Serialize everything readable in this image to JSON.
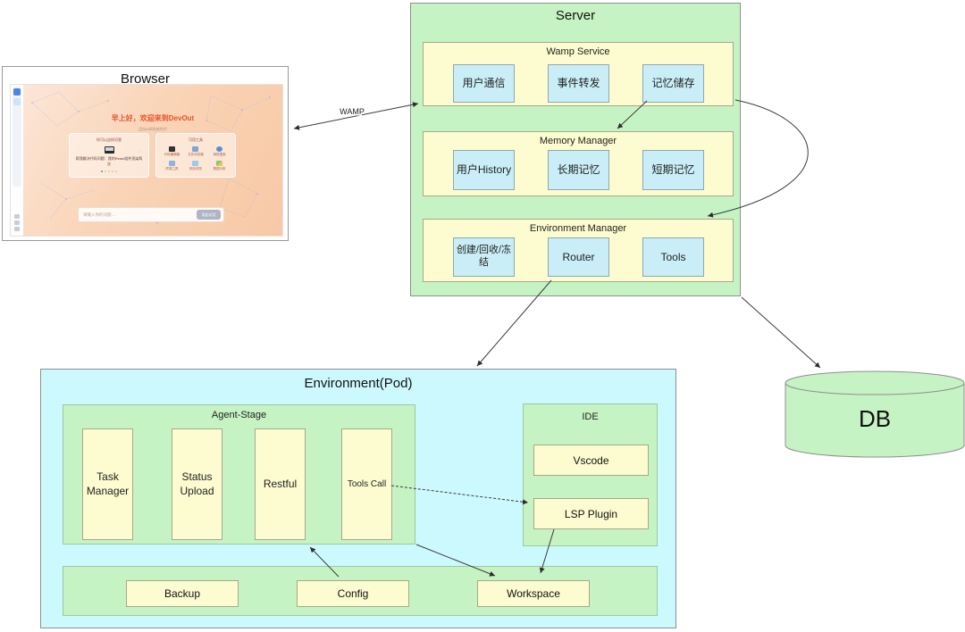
{
  "browser": {
    "title": "Browser",
    "app": {
      "greeting": "早上好，欢迎来到DevOut",
      "subtitle": "迈向AI研发新时代",
      "example_card": {
        "header": "你可以这样问我",
        "text": "帮我解决代码问题：我的React组件渲染两次"
      },
      "tools_card": {
        "header": "可用工具",
        "tools": [
          {
            "label": "代码编辑器"
          },
          {
            "label": "文件浏览器"
          },
          {
            "label": "网络搜索"
          },
          {
            "label": "终端工具"
          },
          {
            "label": "网页浏览"
          },
          {
            "label": "数据分析"
          }
        ]
      },
      "input_placeholder": "请输入你的问题....",
      "send_button": "发起对话"
    }
  },
  "server": {
    "title": "Server",
    "sections": [
      {
        "title": "Wamp Service",
        "items": [
          {
            "label": "用户通信"
          },
          {
            "label": "事件转发"
          },
          {
            "label": "记忆储存"
          }
        ]
      },
      {
        "title": "Memory Manager",
        "items": [
          {
            "label": "用户History"
          },
          {
            "label": "长期记忆"
          },
          {
            "label": "短期记忆"
          }
        ]
      },
      {
        "title": "Environment Manager",
        "items": [
          {
            "label": "创建/回收/冻结"
          },
          {
            "label": "Router"
          },
          {
            "label": "Tools"
          }
        ]
      }
    ]
  },
  "environment": {
    "title": "Environment(Pod)",
    "agent_stage": {
      "title": "Agent-Stage",
      "items": [
        {
          "label": "Task Manager"
        },
        {
          "label": "Status Upload"
        },
        {
          "label": "Restful"
        },
        {
          "label": "Tools Call"
        }
      ]
    },
    "ide": {
      "title": "IDE",
      "items": [
        {
          "label": "Vscode"
        },
        {
          "label": "LSP Plugin"
        }
      ]
    },
    "storage": {
      "items": [
        {
          "label": "Backup"
        },
        {
          "label": "Config"
        },
        {
          "label": "Workspace"
        }
      ]
    }
  },
  "db": {
    "label": "DB"
  },
  "connections": {
    "wamp_label": "WAMP"
  },
  "colors": {
    "green": "#c6f3c3",
    "yellow": "#fcfcd0",
    "blue": "#c9eef7",
    "cyan": "#ccf9fe",
    "accent_orange": "#e8512d"
  }
}
